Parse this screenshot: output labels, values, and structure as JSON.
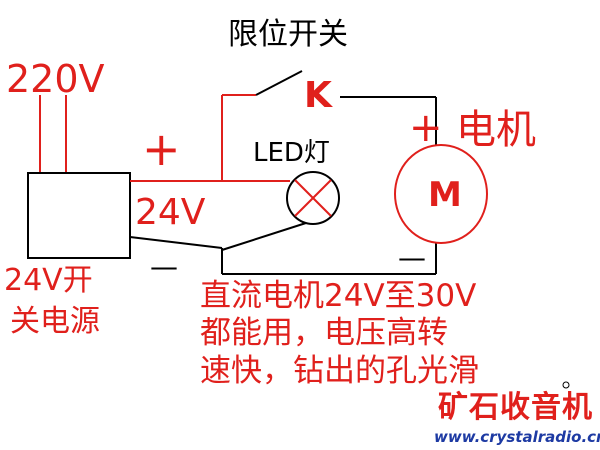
{
  "diagram": {
    "label_220v": "220V",
    "label_plus_power": "+",
    "label_24v": "24V",
    "label_limit_switch": "限位开关",
    "label_k": "K",
    "label_led": "LED灯",
    "label_plus_motor": "+",
    "label_motor_cn": "电机",
    "label_m": "M",
    "label_minus_motor": "—",
    "label_minus_power": "—",
    "label_psu_line1": "24V开",
    "label_psu_line2": "关电源",
    "note_lines": [
      "直流电机24V至30V",
      "都能用，电压高转",
      "速快，钻出的孔光滑"
    ],
    "watermark_title": "矿石收音机",
    "watermark_url": "www.crystalradio.cn"
  },
  "colors": {
    "red": "#e0201c",
    "black": "#000000",
    "blue": "#1d3aa3"
  }
}
